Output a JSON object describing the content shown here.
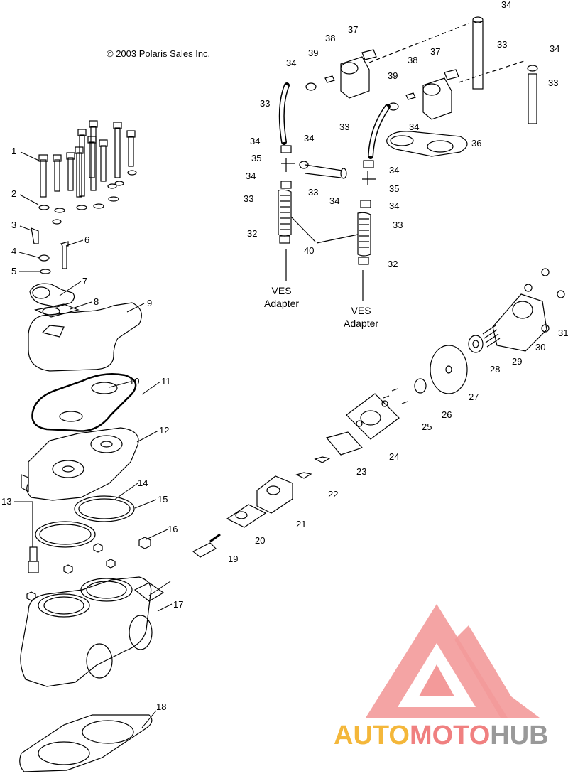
{
  "copyright": "© 2003 Polaris Sales Inc.",
  "adapter_labels": [
    {
      "line1": "VES",
      "line2": "Adapter"
    },
    {
      "line1": "VES",
      "line2": "Adapter"
    }
  ],
  "callouts": [
    {
      "id": "c1",
      "text": "1"
    },
    {
      "id": "c2",
      "text": "2"
    },
    {
      "id": "c3",
      "text": "3"
    },
    {
      "id": "c4",
      "text": "4"
    },
    {
      "id": "c5",
      "text": "5"
    },
    {
      "id": "c6",
      "text": "6"
    },
    {
      "id": "c7",
      "text": "7"
    },
    {
      "id": "c8",
      "text": "8"
    },
    {
      "id": "c9",
      "text": "9"
    },
    {
      "id": "c10",
      "text": "10"
    },
    {
      "id": "c11",
      "text": "11"
    },
    {
      "id": "c12",
      "text": "12"
    },
    {
      "id": "c13",
      "text": "13"
    },
    {
      "id": "c14",
      "text": "14"
    },
    {
      "id": "c15",
      "text": "15"
    },
    {
      "id": "c16",
      "text": "16"
    },
    {
      "id": "c17",
      "text": "17"
    },
    {
      "id": "c18",
      "text": "18"
    },
    {
      "id": "c19",
      "text": "19"
    },
    {
      "id": "c20",
      "text": "20"
    },
    {
      "id": "c21",
      "text": "21"
    },
    {
      "id": "c22",
      "text": "22"
    },
    {
      "id": "c23",
      "text": "23"
    },
    {
      "id": "c24",
      "text": "24"
    },
    {
      "id": "c25",
      "text": "25"
    },
    {
      "id": "c26",
      "text": "26"
    },
    {
      "id": "c27",
      "text": "27"
    },
    {
      "id": "c28",
      "text": "28"
    },
    {
      "id": "c29",
      "text": "29"
    },
    {
      "id": "c30",
      "text": "30"
    },
    {
      "id": "c31",
      "text": "31"
    },
    {
      "id": "c32a",
      "text": "32"
    },
    {
      "id": "c32b",
      "text": "32"
    },
    {
      "id": "c33a",
      "text": "33"
    },
    {
      "id": "c33b",
      "text": "33"
    },
    {
      "id": "c33c",
      "text": "33"
    },
    {
      "id": "c33d",
      "text": "33"
    },
    {
      "id": "c33e",
      "text": "33"
    },
    {
      "id": "c33f",
      "text": "33"
    },
    {
      "id": "c33g",
      "text": "33"
    },
    {
      "id": "c34a",
      "text": "34"
    },
    {
      "id": "c34b",
      "text": "34"
    },
    {
      "id": "c34c",
      "text": "34"
    },
    {
      "id": "c34d",
      "text": "34"
    },
    {
      "id": "c34e",
      "text": "34"
    },
    {
      "id": "c34f",
      "text": "34"
    },
    {
      "id": "c34g",
      "text": "34"
    },
    {
      "id": "c34h",
      "text": "34"
    },
    {
      "id": "c34i",
      "text": "34"
    },
    {
      "id": "c34j",
      "text": "34"
    },
    {
      "id": "c35a",
      "text": "35"
    },
    {
      "id": "c35b",
      "text": "35"
    },
    {
      "id": "c36",
      "text": "36"
    },
    {
      "id": "c37a",
      "text": "37"
    },
    {
      "id": "c37b",
      "text": "37"
    },
    {
      "id": "c38a",
      "text": "38"
    },
    {
      "id": "c38b",
      "text": "38"
    },
    {
      "id": "c39a",
      "text": "39"
    },
    {
      "id": "c39b",
      "text": "39"
    },
    {
      "id": "c40",
      "text": "40"
    }
  ],
  "watermark": {
    "part1": "AUTO",
    "part2": "MOTO",
    "part3": "HUB"
  }
}
